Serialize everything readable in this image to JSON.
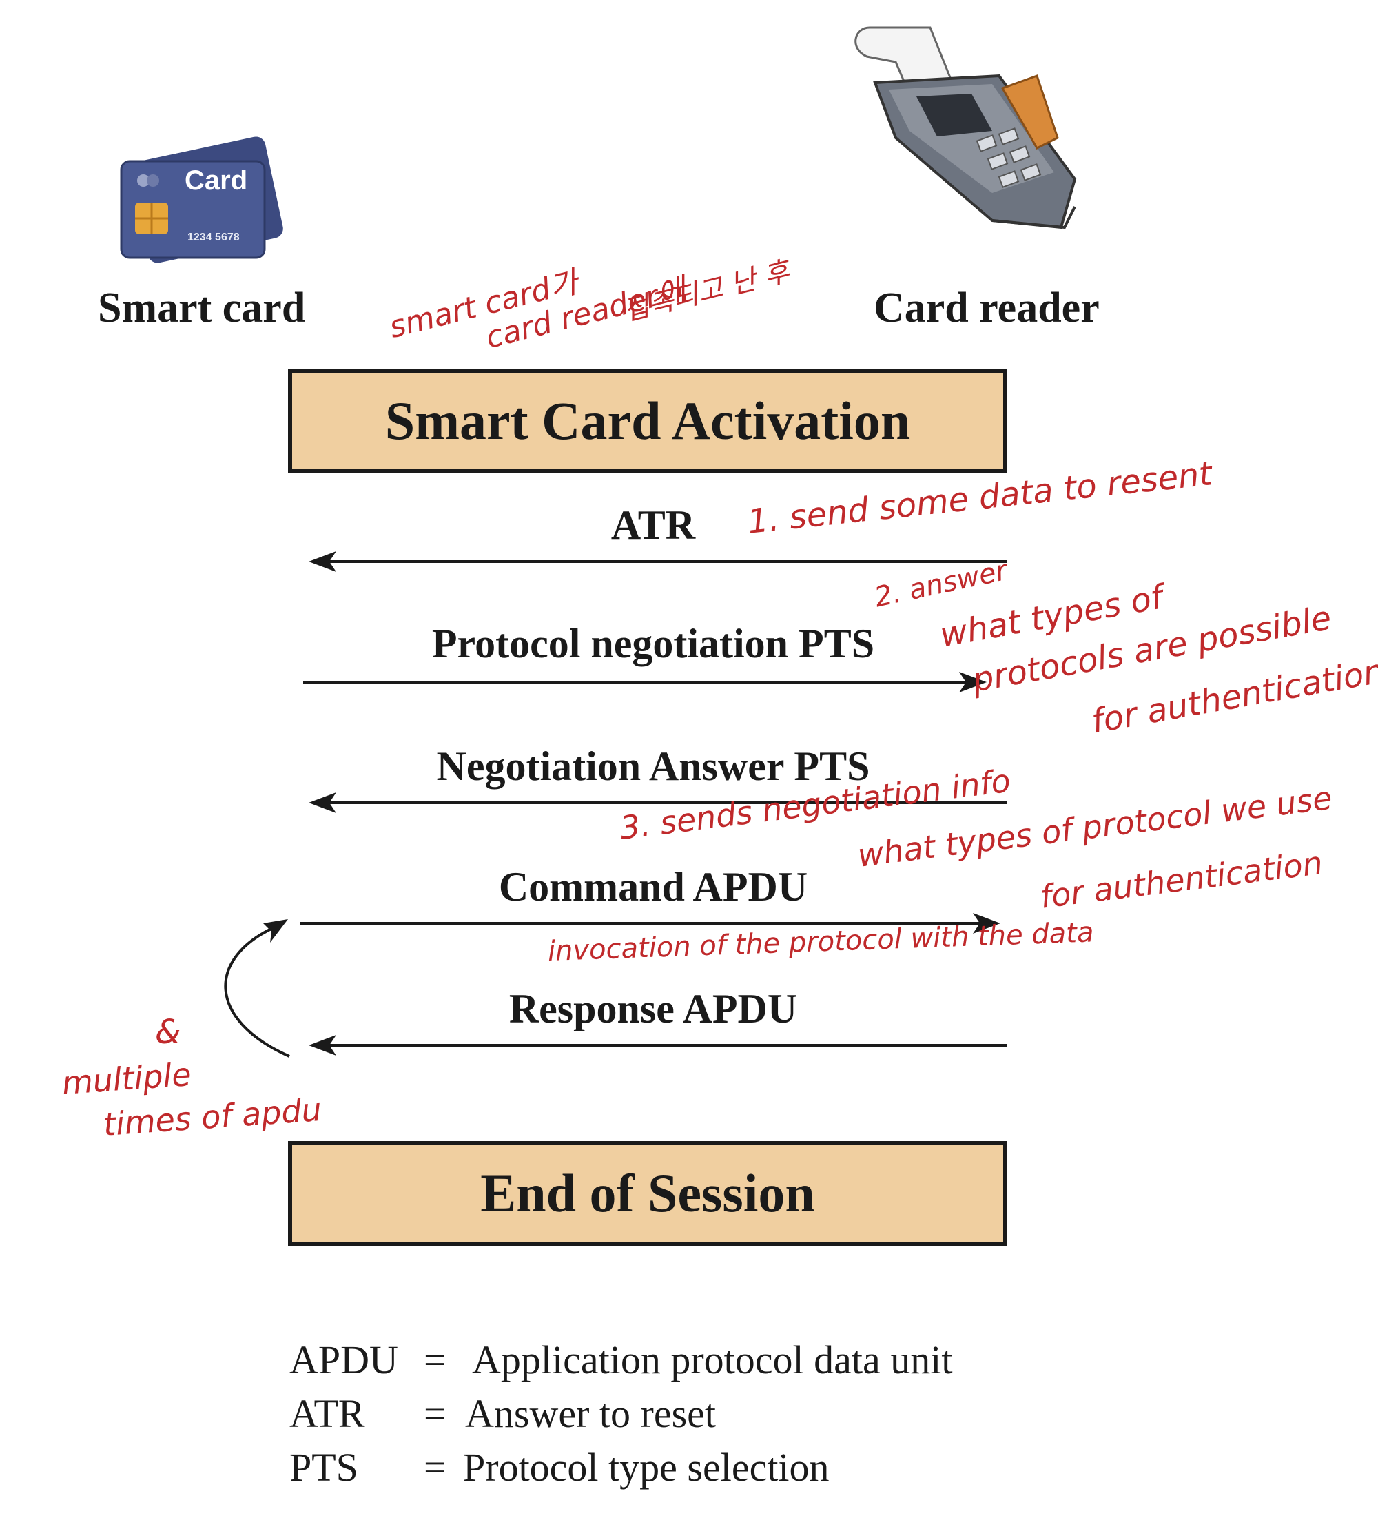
{
  "participants": {
    "left": "Smart card",
    "right": "Card reader",
    "card_icon_text": "Card",
    "card_icon_number": "1234 5678"
  },
  "phases": {
    "start": "Smart Card Activation",
    "end": "End of Session"
  },
  "messages": [
    {
      "label": "ATR",
      "direction": "reader-to-card"
    },
    {
      "label": "Protocol negotiation PTS",
      "direction": "card-to-reader"
    },
    {
      "label": "Negotiation Answer PTS",
      "direction": "reader-to-card"
    },
    {
      "label": "Command APDU",
      "direction": "card-to-reader"
    },
    {
      "label": "Response APDU",
      "direction": "reader-to-card"
    }
  ],
  "legend": [
    {
      "abbr": "APDU",
      "eq": "=",
      "meaning": "Application protocol data unit"
    },
    {
      "abbr": "ATR",
      "eq": "=",
      "meaning": "Answer to reset"
    },
    {
      "abbr": "PTS",
      "eq": "=",
      "meaning": "Protocol type selection"
    }
  ],
  "annotations": {
    "activation_1": "smart card가",
    "activation_2": "card reader에",
    "activation_3": "접촉되고 난 후",
    "atr": "1. send some data to resent",
    "pts_1": "2. answer",
    "pts_2": "what types of",
    "pts_3": "protocols are possible",
    "pts_4": "for authentication",
    "neg_1": "3. sends negotiation info",
    "neg_2": "what types of protocol we use",
    "neg_3": "for authentication",
    "cmd": "invocation of the protocol with the data",
    "loop_1": "&",
    "loop_2": "multiple",
    "loop_3": "times of apdu"
  },
  "colors": {
    "phase_fill": "#f0cfa0",
    "annotation": "#c0292b",
    "card_body": "#4a5a94"
  }
}
